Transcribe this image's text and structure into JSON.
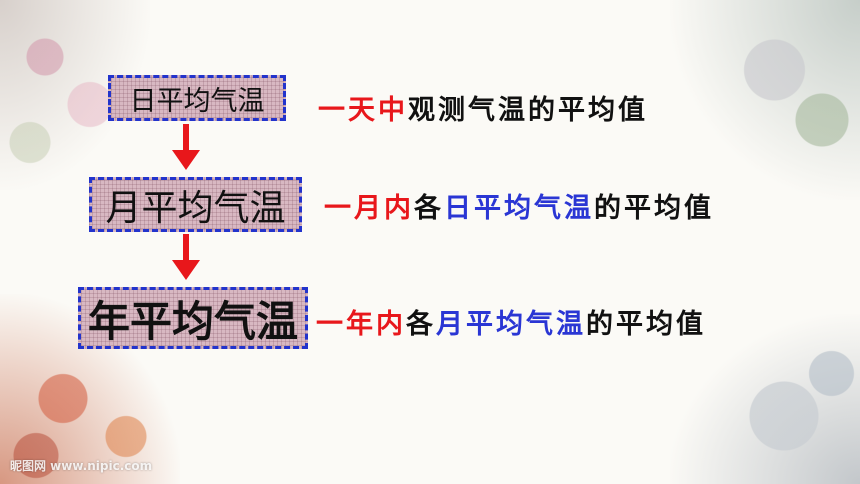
{
  "colors": {
    "accent_red": "#e8171b",
    "accent_blue": "#2a36d4",
    "text": "#111111",
    "box_border": "#2233cc",
    "box_fill": "#d8b8c2"
  },
  "rows": [
    {
      "label": "日平均气温",
      "desc": [
        {
          "text": "一天中",
          "color": "red"
        },
        {
          "text": "观测气温的平均值",
          "color": "black"
        }
      ]
    },
    {
      "label": "月平均气温",
      "desc": [
        {
          "text": "一月内",
          "color": "red"
        },
        {
          "text": "各",
          "color": "black"
        },
        {
          "text": "日平均气温",
          "color": "blue"
        },
        {
          "text": "的平均值",
          "color": "black"
        }
      ]
    },
    {
      "label": "年平均气温",
      "desc": [
        {
          "text": "一年内",
          "color": "red"
        },
        {
          "text": "各",
          "color": "black"
        },
        {
          "text": "月平均气温",
          "color": "blue"
        },
        {
          "text": "的平均值",
          "color": "black"
        }
      ]
    }
  ],
  "arrows": [
    "arrow-down-icon",
    "arrow-down-icon"
  ],
  "watermark": "昵图网 www.nipic.com"
}
